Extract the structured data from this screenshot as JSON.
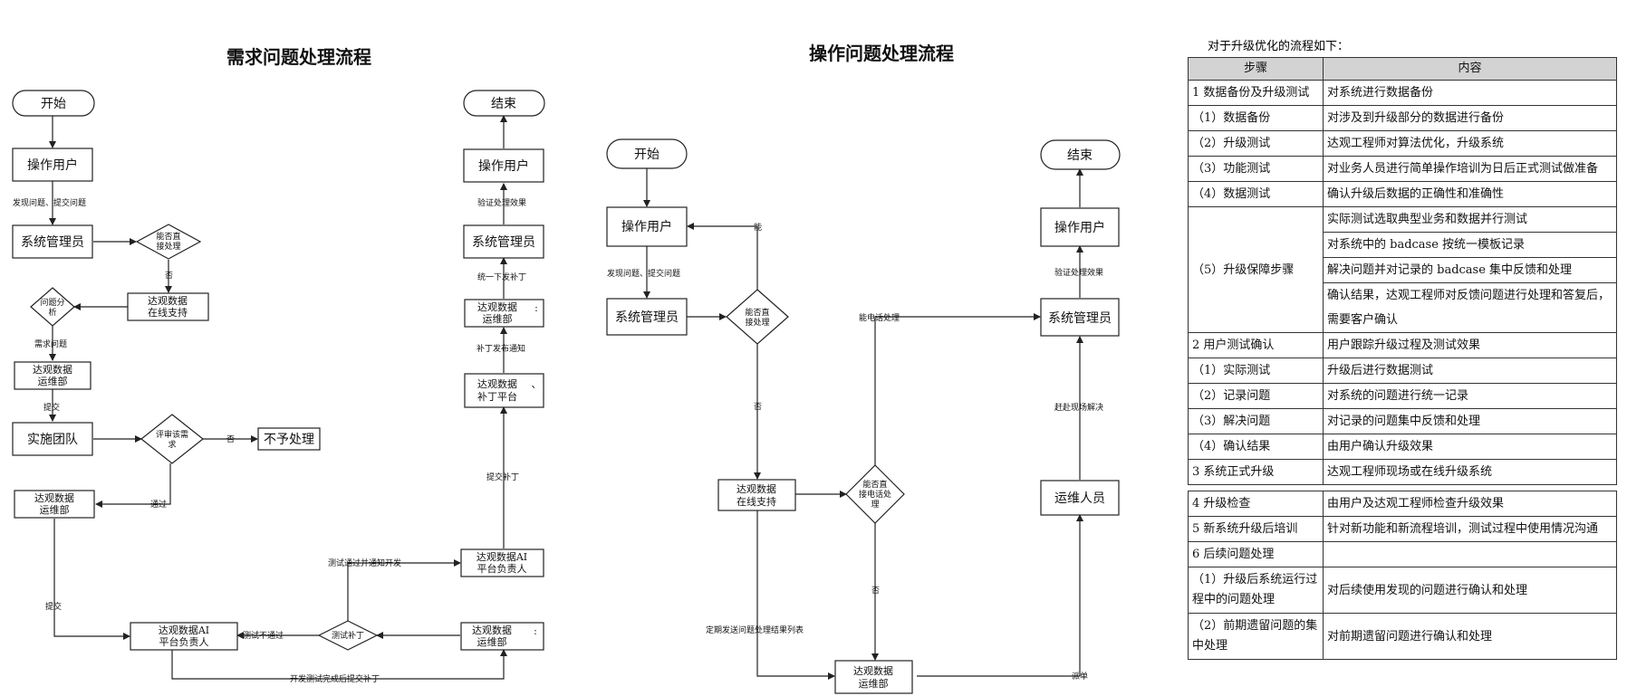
{
  "left_flow": {
    "title": "需求问题处理流程",
    "nodes": {
      "start": "开始",
      "user": "操作用户",
      "admin": "系统管理员",
      "decide_direct": [
        "能否直",
        "接处理"
      ],
      "online_support": [
        "达观数据",
        "在线支持"
      ],
      "analyze": [
        "问题分",
        "析"
      ],
      "ops1": [
        "达观数据",
        "运维部"
      ],
      "impl_team": "实施团队",
      "review": [
        "评审该需",
        "求"
      ],
      "no_process": "不予处理",
      "ops2": [
        "达观数据",
        "运维部"
      ],
      "ai_lead_bottom": [
        "达观数据AI",
        "平台负责人"
      ],
      "test_patch": "测试补丁",
      "ops_bottom_right": [
        "达观数据",
        "运维部"
      ],
      "ai_lead_right": [
        "达观数据AI",
        "平台负责人"
      ],
      "patch_platform": [
        "达观数据",
        "补丁平台"
      ],
      "ops_right": [
        "达观数据",
        "运维部"
      ],
      "admin_right": "系统管理员",
      "user_right": "操作用户",
      "end": "结束"
    },
    "labels": {
      "report": "发现问题、提交问题",
      "no": "否",
      "demand": "需求问题",
      "submit": "提交",
      "no2": "否",
      "pass": "通过",
      "submit2": "提交",
      "test_fail": "测试不通过",
      "dev_done": "开发测试完成后提交补丁",
      "test_pass": "测试通过并通知开发",
      "submit_patch": "提交补丁",
      "patch_notice": "补丁发布通知",
      "unified_patch": "统一下发补丁",
      "verify": "验证处理效果"
    },
    "stray_marks": [
      ":",
      "、",
      ":"
    ]
  },
  "middle_flow": {
    "title": "操作问题处理流程",
    "nodes": {
      "start": "开始",
      "user": "操作用户",
      "admin": "系统管理员",
      "decide_direct": [
        "能否直",
        "接处理"
      ],
      "online_support": [
        "达观数据",
        "在线支持"
      ],
      "decide_phone": [
        "能否直",
        "接电话处",
        "理"
      ],
      "ops": [
        "达观数据",
        "运维部"
      ],
      "admin_right": "系统管理员",
      "user_right": "操作用户",
      "maintainer": "运维人员",
      "end": "结束"
    },
    "labels": {
      "report": "发现问题、提交问题",
      "yes": "能",
      "no": "否",
      "phone_ok": "能电话处理",
      "no2": "否",
      "send_list": "定期发送问题处理结果列表",
      "dispatch": "派单",
      "onsite": "赶赴现场解决",
      "verify": "验证处理效果"
    }
  },
  "table": {
    "intro": "对于升级优化的流程如下：",
    "headers": [
      "步骤",
      "内容"
    ],
    "rows1": [
      [
        "1 数据备份及升级测试",
        "对系统进行数据备份"
      ],
      [
        "（1）数据备份",
        "对涉及到升级部分的数据进行备份"
      ],
      [
        "（2）升级测试",
        "达观工程师对算法优化，升级系统"
      ],
      [
        "（3）功能测试",
        "对业务人员进行简单操作培训为日后正式测试做准备"
      ],
      [
        "（4）数据测试",
        "确认升级后数据的正确性和准确性"
      ]
    ],
    "guarantee_step": "（5）升级保障步骤",
    "guarantee_items": [
      "实际测试选取典型业务和数据并行测试",
      "对系统中的 badcase 按统一模板记录",
      "解决问题并对记录的 badcase 集中反馈和处理"
    ],
    "guarantee_last": "确认结果，达观工程师对反馈问题进行处理和答复后，需要客户确认",
    "rows2": [
      [
        "2 用户测试确认",
        "用户跟踪升级过程及测试效果"
      ],
      [
        "（1）实际测试",
        "升级后进行数据测试"
      ],
      [
        "（2）记录问题",
        "对系统的问题进行统一记录"
      ],
      [
        "（3）解决问题",
        "对记录的问题集中反馈和处理"
      ],
      [
        "（4）确认结果",
        "由用户确认升级效果"
      ],
      [
        "3 系统正式升级",
        "达观工程师现场或在线升级系统"
      ]
    ],
    "rows3": [
      [
        "4 升级检查",
        "由用户及达观工程师检查升级效果"
      ],
      [
        "5 新系统升级后培训",
        "针对新功能和新流程培训，测试过程中使用情况沟通"
      ],
      [
        "6 后续问题处理",
        ""
      ]
    ],
    "rows4": [
      [
        "（1）升级后系统运行过程中的问题处理",
        "对后续使用发现的问题进行确认和处理"
      ],
      [
        "（2）前期遗留问题的集中处理",
        "对前期遗留问题进行确认和处理"
      ]
    ]
  }
}
